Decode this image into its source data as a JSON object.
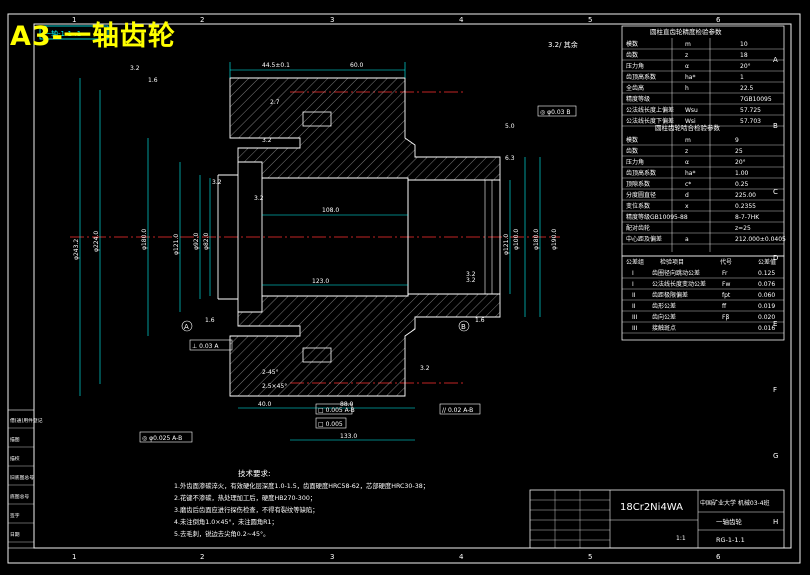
{
  "sheet": {
    "title": "A3-一轴齿轮",
    "col_labels": [
      "1",
      "2",
      "3",
      "4",
      "5",
      "6"
    ],
    "row_labels": [
      "A",
      "B",
      "C",
      "D",
      "E",
      "F",
      "G",
      "H"
    ],
    "top_code": "一轴-1-1-.1",
    "roughness_rest": "3.2/ 其余",
    "roughness_marks": [
      "3.2",
      "1.6",
      "3.2",
      "3.2",
      "3.2",
      "6.3",
      "3.2",
      "3.2",
      "1.6",
      "1.6",
      "3.2"
    ]
  },
  "dimensions": {
    "top": [
      "44.5±0.1",
      "60.0",
      "2.7",
      "5.0"
    ],
    "bore": [
      "108.0",
      "123.0"
    ],
    "bottom": [
      "40.0",
      "88.0",
      "133.0"
    ],
    "left": [
      "φ243.2",
      "φ224.0",
      "φ180.0",
      "φ121.0",
      "φ92.0",
      "φ82.0"
    ],
    "right": [
      "φ121.0",
      "φ100.0",
      "φ180.0",
      "φ190.0"
    ],
    "tolerance_frames": [
      "◎ φ0.03 B",
      "⊥ 0.03 A",
      "◎ φ0.025 A-B",
      "□ 0.005",
      "□ 0.005 A-B",
      "// 0.02 A-B"
    ],
    "datum": [
      "A",
      "B"
    ],
    "small": [
      "2-45°",
      "2.5×45°"
    ]
  },
  "params": {
    "section1_title": "圆柱直齿轮精度检验参数",
    "rows1": [
      {
        "name": "模数",
        "sym": "m",
        "val": "10"
      },
      {
        "name": "齿数",
        "sym": "z",
        "val": "18"
      },
      {
        "name": "压力角",
        "sym": "α",
        "val": "20°"
      },
      {
        "name": "齿顶高系数",
        "sym": "ha*",
        "val": "1"
      },
      {
        "name": "全齿高",
        "sym": "h",
        "val": "22.5"
      },
      {
        "name": "精度等级",
        "sym": "",
        "val": "7GB10095"
      },
      {
        "name": "公法线长度上偏差",
        "sym": "Wsu",
        "val": "57.725"
      },
      {
        "name": "公法线长度下偏差",
        "sym": "Wsi",
        "val": "57.703"
      }
    ],
    "section2_title": "圆柱齿轮啮合检验参数",
    "rows2": [
      {
        "name": "模数",
        "sym": "m",
        "val": "9"
      },
      {
        "name": "齿数",
        "sym": "z",
        "val": "25"
      },
      {
        "name": "压力角",
        "sym": "α",
        "val": "20°"
      },
      {
        "name": "齿顶高系数",
        "sym": "ha*",
        "val": "1.00"
      },
      {
        "name": "顶隙系数",
        "sym": "c*",
        "val": "0.25"
      },
      {
        "name": "分度圆直径",
        "sym": "d",
        "val": "225.00"
      },
      {
        "name": "变位系数",
        "sym": "x",
        "val": "0.2355"
      },
      {
        "name": "精度等级GB10095-88",
        "sym": "",
        "val": "8-7-7HK"
      },
      {
        "name": "配对齿轮",
        "sym": "",
        "val": "z=25"
      },
      {
        "name": "中心距及偏差",
        "sym": "a",
        "val": "212.000±0.0405"
      }
    ],
    "check_header": {
      "group": "公差组",
      "item": "检验项目",
      "code": "代号",
      "limit": "公差值"
    },
    "check_rows": [
      {
        "group": "I",
        "item": "齿圈径向跳动公差",
        "code": "Fr",
        "val": "0.125"
      },
      {
        "group": "I",
        "item": "公法线长度变动公差",
        "code": "Fw",
        "val": "0.076"
      },
      {
        "group": "II",
        "item": "齿距极限偏差",
        "code": "fpt",
        "val": "0.060"
      },
      {
        "group": "II",
        "item": "齿形公差",
        "code": "ff",
        "val": "0.019"
      },
      {
        "group": "III",
        "item": "齿向公差",
        "code": "Fβ",
        "val": "0.020"
      },
      {
        "group": "III",
        "item": "接触斑点",
        "code": "",
        "val": "0.016"
      }
    ]
  },
  "notes": {
    "title": "技术要求:",
    "lines": [
      "1.外齿面渗碳淬火，有效硬化层深度1.0-1.5，齿面硬度HRC58-62，芯部硬度HRC30-38；",
      "2.花键不渗碳，热处理加工后，硬度HB270-300；",
      "3.磨齿后齿面应进行探伤检查，不得有裂纹等缺陷；",
      "4.未注倒角1.0×45°，未注圆角R1；",
      "5.去毛刺，锐边去尖角0.2~45°。"
    ]
  },
  "title_block": {
    "material": "18Cr2Ni4WA",
    "school": "中国矿业大学 机械03-4班",
    "part_name": "一轴齿轮",
    "drawing_no": "RG-1-1.1",
    "scale": "1:1"
  },
  "left_stamps": [
    "借(通)用件登记",
    "描图",
    "描校",
    "旧底图总号",
    "底图总号",
    "签字",
    "日期"
  ]
}
